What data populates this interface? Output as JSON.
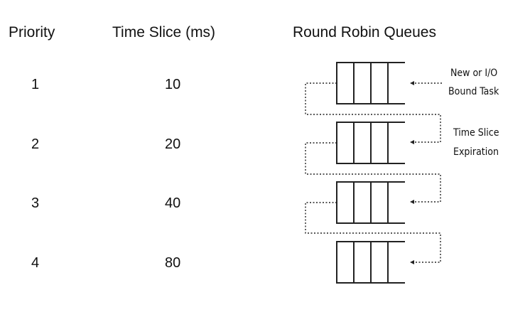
{
  "headers": {
    "priority": "Priority",
    "time_slice": "Time Slice (ms)",
    "queues": "Round Robin Queues"
  },
  "rows": [
    {
      "priority": "1",
      "time_slice": "10"
    },
    {
      "priority": "2",
      "time_slice": "20"
    },
    {
      "priority": "3",
      "time_slice": "40"
    },
    {
      "priority": "4",
      "time_slice": "80"
    }
  ],
  "annotations": {
    "new_task_line1": "New or I/O",
    "new_task_line2": "Bound Task",
    "expiration_line1": "Time Slice",
    "expiration_line2": "Expiration"
  }
}
